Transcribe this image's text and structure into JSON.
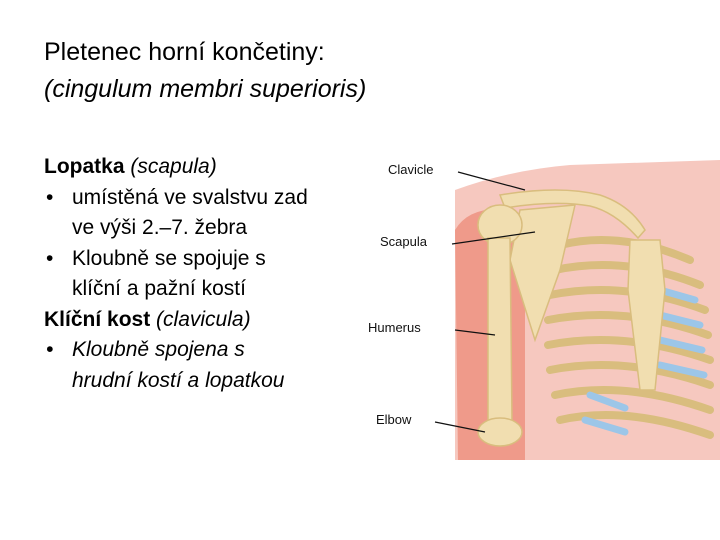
{
  "title": {
    "main": "Pletenec horní končetiny:",
    "sub": "(cingulum membri superioris)"
  },
  "content": {
    "scapula_heading": {
      "bold": "Lopatka",
      "italic": "(scapula)"
    },
    "scapula_bullets": [
      {
        "line1": "umístěná ve svalstvu zad",
        "line2": "ve výši 2.–7. žebra"
      },
      {
        "line1": "Kloubně se spojuje s",
        "line2": "klíční a pažní kostí"
      }
    ],
    "clavicle_heading": {
      "bold": "Klíční kost",
      "italic": "(clavicula)"
    },
    "clavicle_bullets": [
      {
        "line1": "Kloubně spojena s",
        "line2": "hrudní kostí a lopatkou"
      }
    ],
    "bullet_char": "•"
  },
  "figure": {
    "labels": {
      "clavicle": "Clavicle",
      "scapula": "Scapula",
      "humerus": "Humerus",
      "elbow": "Elbow"
    }
  },
  "colors": {
    "bone": "#f1deb0",
    "bone_shade": "#d9bd7e",
    "muscle": "#ef9a8a",
    "cartilage": "#9cc6e8"
  }
}
